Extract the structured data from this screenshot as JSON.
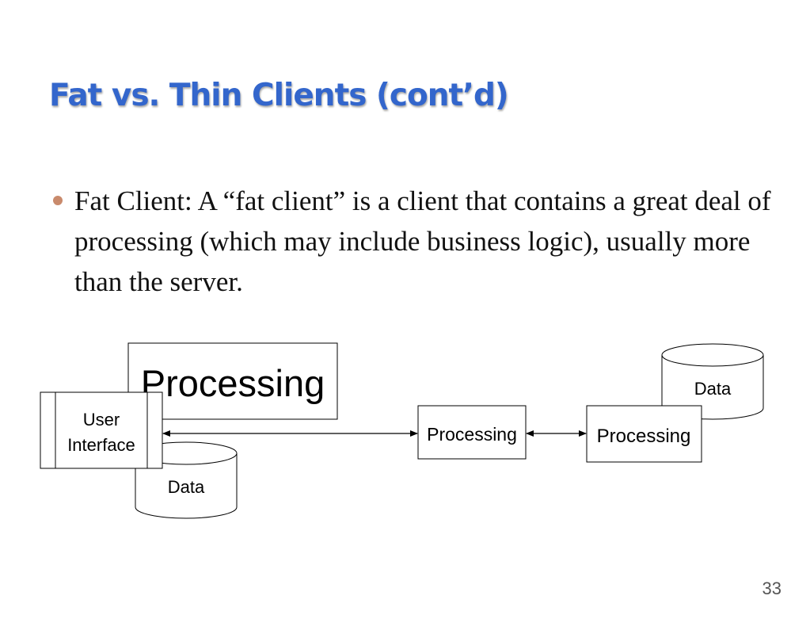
{
  "slide": {
    "title": "Fat vs. Thin Clients (cont’d)",
    "bullets": [
      "Fat Client: A “fat client” is a client that contains a great deal of processing (which may include business logic), usually more than the server."
    ],
    "page_number": "33"
  },
  "diagram": {
    "client": {
      "processing_label": "Processing",
      "ui_label_line1": "User",
      "ui_label_line2": "Interface",
      "data_label": "Data"
    },
    "middle": {
      "processing_label": "Processing"
    },
    "server": {
      "processing_label": "Processing",
      "data_label": "Data"
    },
    "colors": {
      "title": "#3366cc",
      "bullet": "#c98a6c",
      "lines": "#000000"
    }
  }
}
